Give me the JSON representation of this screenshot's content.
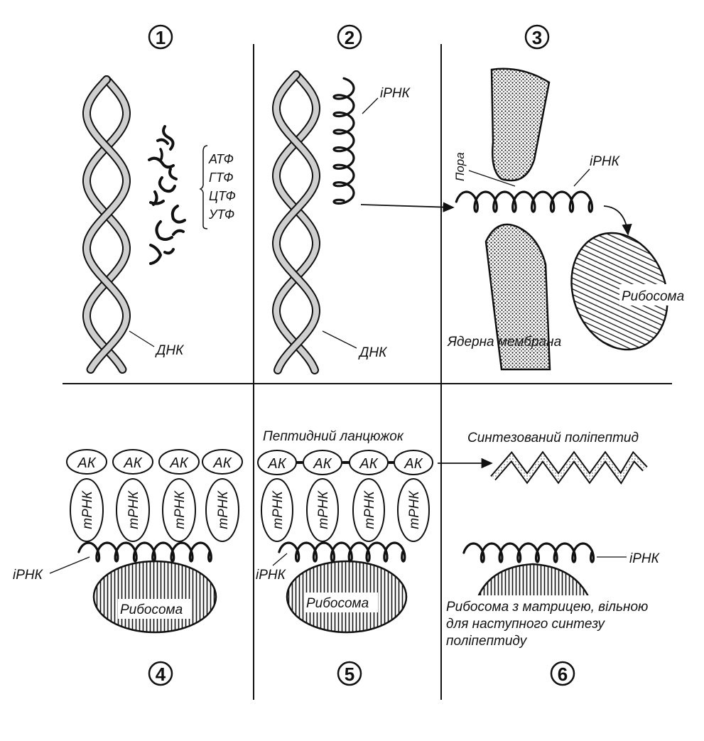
{
  "panels": {
    "p1": {
      "number": "1",
      "dna_label": "ДНК",
      "nucleotides": [
        "АТФ",
        "ГТФ",
        "ЦТФ",
        "УТФ"
      ]
    },
    "p2": {
      "number": "2",
      "irna_label": "іРНК",
      "dna_label": "ДНК"
    },
    "p3": {
      "number": "3",
      "pore_label": "Пора",
      "irna_label": "іРНК",
      "ribosome_label": "Рибосома",
      "membrane_label": "Ядерна мембрана"
    },
    "p4": {
      "number": "4",
      "aa_labels": [
        "АК",
        "АК",
        "АК",
        "АК"
      ],
      "trna_labels": [
        "тРНК",
        "тРНК",
        "тРНК",
        "тРНК"
      ],
      "irna_label": "іРНК",
      "ribosome_label": "Рибосома"
    },
    "p5": {
      "number": "5",
      "chain_label": "Пептидний ланцюжок",
      "aa_labels": [
        "АК",
        "АК",
        "АК",
        "АК"
      ],
      "trna_labels": [
        "тРНК",
        "тРНК",
        "тРНК",
        "тРНК"
      ],
      "irna_label": "іРНК",
      "ribosome_label": "Рибосома"
    },
    "p6": {
      "number": "6",
      "polypeptide_label": "Синтезований поліпептид",
      "irna_label": "іРНК",
      "ribosome_caption_lines": [
        "Рибосома з матрицею, вільною",
        "для наступного синтезу",
        "поліпептиду"
      ]
    }
  },
  "colors": {
    "ink": "#111111",
    "paper": "#ffffff"
  }
}
